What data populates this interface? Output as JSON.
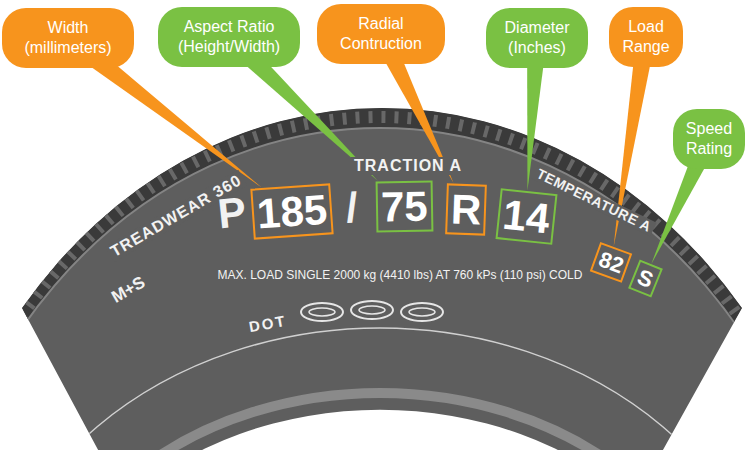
{
  "diagram": {
    "nodes": [
      {
        "text": [
          "Width (millimeters)"
        ]
      },
      {
        "text": [
          "Aspect Ratio (Height/Width)"
        ]
      },
      {
        "text": [
          "Radial Contruction"
        ]
      },
      {
        "text": [
          "Diameter (Inches)"
        ]
      },
      {
        "text": [
          "Load Range"
        ]
      },
      {
        "text": [
          "Speed Rating"
        ]
      },
      {
        "text": [
          "185"
        ]
      },
      {
        "text": [
          "75"
        ]
      },
      {
        "text": [
          "R"
        ]
      },
      {
        "text": [
          "14"
        ]
      },
      {
        "text": [
          "82"
        ]
      },
      {
        "text": [
          "S"
        ]
      }
    ],
    "edges": [
      {
        "from": 0,
        "to": 6,
        "arrow": "none"
      },
      {
        "from": 1,
        "to": 7,
        "arrow": "none"
      },
      {
        "from": 2,
        "to": 8,
        "arrow": "none"
      },
      {
        "from": 3,
        "to": 9,
        "arrow": "none"
      },
      {
        "from": 4,
        "to": 10,
        "arrow": "none"
      },
      {
        "from": 5,
        "to": 11,
        "arrow": "none"
      }
    ],
    "labels": [
      "TREADWEAR 360",
      "TRACTION A",
      "TEMPERATURE A",
      "P",
      "/",
      "M+S",
      "MAX. LOAD SINGLE 2000 kg (4410 lbs) AT 760 kPs (110 psi) COLD",
      "DOT"
    ]
  }
}
